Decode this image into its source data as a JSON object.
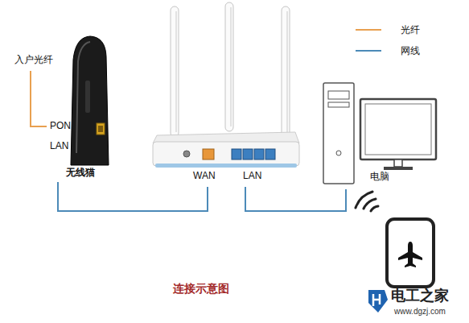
{
  "diagram": {
    "caption": "连接示意图",
    "nodes": [
      {
        "text": [
          "PON",
          "LAN",
          "无线猫"
        ]
      },
      {
        "text": [
          "WAN",
          "LAN"
        ]
      },
      {
        "text": [
          "电脑"
        ]
      }
    ],
    "edges": [
      {
        "from": 0,
        "to": 1,
        "arrow": "none"
      },
      {
        "from": 1,
        "to": 2,
        "arrow": "none"
      }
    ],
    "labels": [
      "入户光纤",
      "电工之家",
      "www.dgzj.com"
    ],
    "legend": [
      {
        "text": "光纤"
      },
      {
        "text": "网线"
      }
    ]
  }
}
